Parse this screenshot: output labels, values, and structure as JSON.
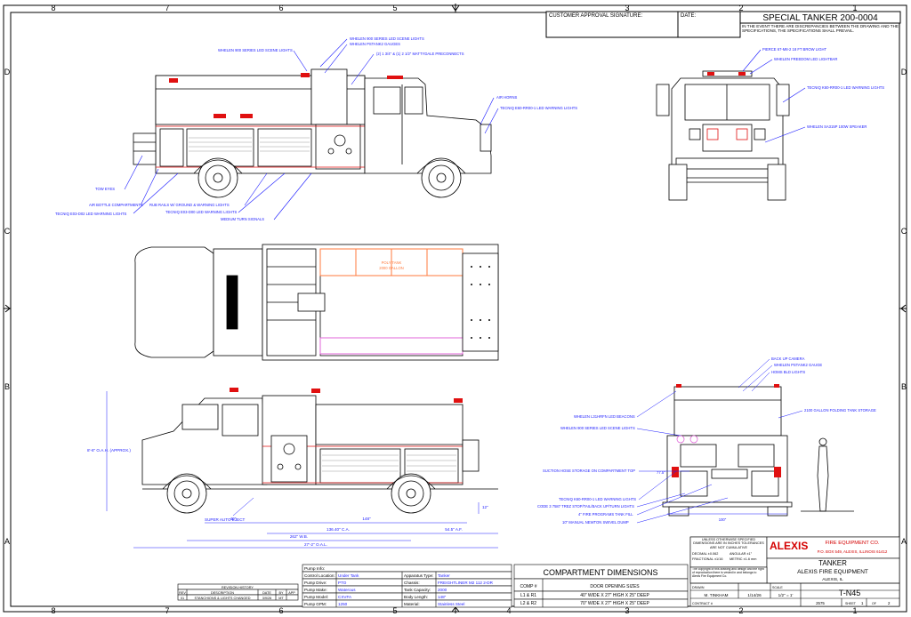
{
  "title": "SPECIAL TANKER 200-0004",
  "approval": {
    "signature_label": "CUSTOMER APPROVAL SIGNATURE:",
    "date_label": "DATE:",
    "note": "IN THE EVENT THERE ARE DISCREPANCIES BETWEEN THE DRAWING AND THE SPECIFICATIONS, THE SPECIFICATIONS SHALL PREVAIL."
  },
  "grid": {
    "columns": [
      "8",
      "7",
      "6",
      "5",
      "4",
      "3",
      "2",
      "1"
    ],
    "rows": [
      "D",
      "C",
      "B",
      "A"
    ]
  },
  "callouts": {
    "side": {
      "scene_lights": "WHELEN 900 SERIES LED SCENE LIGHTS",
      "scene_lights_top": "WHELEN 900 SERIES LED SCENE LIGHTS",
      "gauges": "WHELEN PSTANK2 GAUGES",
      "preconnects": "(2) 1 3/4\" & (1) 2 1/2\" MATTYDALE PRECONNECTS",
      "air_horns": "AIR HORNS",
      "warning_lights": "TECNIQ E60-RR00-1 LED WARNING LIGHTS",
      "tow_eyes": "TOW EYES",
      "air_bottle": "AIR BOTTLE COMPARTMENTS",
      "tecniq_e03": "TECNIQ E03-D02 LED WARNING LIGHTS",
      "rub_rails": "RUB RAILS W/ GROUND & WARNING LIGHTS",
      "tecniq_e03_b": "TECNIQ E03-D00 LED WARNING LIGHTS",
      "turn_signals": "MEDIUM TURN SIGNALS"
    },
    "front": {
      "brow_light": "PIERCE 67-M8-2 18 FT BROW LIGHT",
      "lightbar": "WHELEN FREEDOM LED LIGHTBAR",
      "warning": "TECNIQ K60-RR00-1 LED WARNING LIGHTS",
      "speaker": "WHELEN SA315P 100W SPEAKER"
    },
    "top": {
      "tank_label": "POLY TANK",
      "tank_capacity": "2000 GALLON"
    },
    "rear": {
      "camera": "BACK UP CAMERA",
      "gauge": "WHELEN PSTANK2 GAUGE",
      "lights": "HOMS BLD LIGHTS",
      "beacons": "WHELEN L31HRFN LED BEACONS",
      "scene": "WHELEN 900 SERIES LED SCENE LIGHTS",
      "folding_tank": "2100 GALLON FOLDING TANK STORAGE",
      "suction": "SUCTION HOSE STORAGE ON COMPARTMENT TOP",
      "warning_lights": "TECNIQ K60-RR00-1 LED WARNING LIGHTS",
      "stop_tail": "CODE 3 7587 TREZ STOP/TAIL/BACK UP/TURN LIGHTS",
      "dump": "4\" FIRE PROGRAMS TANK FILL",
      "swivel": "10\" MANUAL NEWTON SWIVEL DUMP",
      "width_dim": "100\"",
      "height_dim": "77.5\""
    },
    "left": {
      "super_auto": "SUPER AUTO EJECT",
      "oah": "8'-6\" O.A.H. (APPROX.)",
      "dim_40": "40\"",
      "dim_148": "148\"",
      "dim_12": "12\"",
      "dim_ca": "136.40\" C.A.",
      "dim_af": "54.5\" A.F.",
      "dim_wb": "262\" W.B.",
      "dim_oal": "27'-2\" O.A.L."
    }
  },
  "pump_info": {
    "title": "Pump Info:",
    "rows": [
      {
        "k1": "Control Location:",
        "v1": "Under Tank",
        "k2": "Apparatus Type:",
        "v2": "Tanker"
      },
      {
        "k1": "Pump Drive:",
        "v1": "PTO",
        "k2": "Chassis:",
        "v2": "FREIGHTLINER M2 112 2-DR"
      },
      {
        "k1": "Pump Make:",
        "v1": "Waterous",
        "k2": "Tank Capacity:",
        "v2": "2000"
      },
      {
        "k1": "Pump Model:",
        "v1": "CXVFA",
        "k2": "Body Length:",
        "v2": "148\""
      },
      {
        "k1": "Pump GPM:",
        "v1": "1250",
        "k2": "Material:",
        "v2": "Stainless Steel"
      }
    ]
  },
  "revision": {
    "title": "REVISION HISTORY",
    "headers": [
      "REV",
      "DESCRIPTION",
      "DATE",
      "BY",
      "APP"
    ],
    "rows": [
      {
        "rev": "01",
        "desc": "STANCHIONS & LIGHTS CHANGED",
        "date": "3/9/26",
        "by": "MT",
        "app": ""
      }
    ]
  },
  "compartments": {
    "title": "COMPARTMENT DIMENSIONS",
    "comp_header": "COMP #",
    "size_header": "DOOR OPENING SIZES",
    "rows": [
      {
        "comp": "L1 & R1",
        "size": "40\" WIDE X 27\" HIGH X 25\" DEEP"
      },
      {
        "comp": "L2 & R2",
        "size": "70\" WIDE X 27\" HIGH X 25\" DEEP"
      }
    ]
  },
  "title_block": {
    "tolerance_note": "UNLESS OTHERWISE SPECIFIED DIMENSIONS ARE IN INCHES TOLERANCES ARE NOT CUMULATIVE",
    "decimal": "DECIMAL ±0.062",
    "fractional": "FRACTIONAL ±1/16",
    "angular": "ANGULAR ±1°",
    "metric": "METRIC ±1.6 mm",
    "proprietary": "The copyright of this drawing and design and the right of reproduction there is vested in and belongs to Alexis Fire Equipment Co.",
    "logo": "ALEXIS",
    "company": "FIRE EQUIPMENT CO.",
    "address": "P.O. BOX 549, ALEXIS, ILLINOIS 61412",
    "drawing_title": "TANKER",
    "customer": "ALEXIS FIRE EQUIPMENT",
    "location": "ALEXIS, IL",
    "drawn_label": "DRAWN",
    "drawn_by": "M. TINKHAM",
    "date": "1/14/26",
    "scale_label": "SCALE",
    "scale": "1/2\" = 1'",
    "drawing_no": "T-N45",
    "contract_label": "CONTRACT #",
    "contract": "2575",
    "sheet_label": "SHEET",
    "sheet": "1",
    "of_label": "OF",
    "of": "2"
  },
  "colors": {
    "line": "#000000",
    "callout": "#1a1aff",
    "warning_red": "#e01010",
    "tank_orange": "#ff7a3d",
    "tank_pink": "#e066d8",
    "logo_red": "#d40000"
  }
}
